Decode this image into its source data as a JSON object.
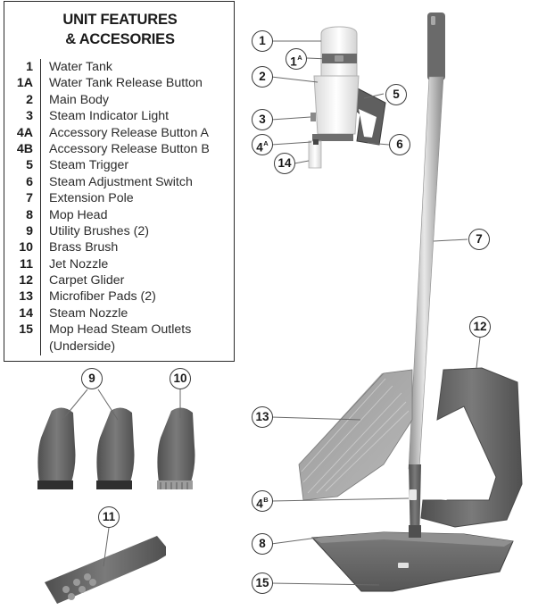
{
  "features": {
    "title_line1": "UNIT FEATURES",
    "title_line2": "& ACCESORIES",
    "items": [
      {
        "num": "1",
        "label": "Water Tank"
      },
      {
        "num": "1A",
        "label": "Water Tank Release Button"
      },
      {
        "num": "2",
        "label": "Main Body"
      },
      {
        "num": "3",
        "label": "Steam Indicator Light"
      },
      {
        "num": "4A",
        "label": "Accessory Release Button A"
      },
      {
        "num": "4B",
        "label": "Accessory Release Button B"
      },
      {
        "num": "5",
        "label": "Steam Trigger"
      },
      {
        "num": "6",
        "label": "Steam Adjustment Switch"
      },
      {
        "num": "7",
        "label": "Extension Pole"
      },
      {
        "num": "8",
        "label": "Mop Head"
      },
      {
        "num": "9",
        "label": "Utility Brushes (2)"
      },
      {
        "num": "10",
        "label": "Brass Brush"
      },
      {
        "num": "11",
        "label": "Jet Nozzle"
      },
      {
        "num": "12",
        "label": "Carpet Glider"
      },
      {
        "num": "13",
        "label": "Microfiber Pads (2)"
      },
      {
        "num": "14",
        "label": "Steam Nozzle"
      },
      {
        "num": "15",
        "label": "Mop Head Steam Outlets (Underside)"
      }
    ]
  },
  "callouts": {
    "c1": "1",
    "c1a_base": "1",
    "c1a_sup": "A",
    "c2": "2",
    "c3": "3",
    "c4a_base": "4",
    "c4a_sup": "A",
    "c4b_base": "4",
    "c4b_sup": "B",
    "c5": "5",
    "c6": "6",
    "c7": "7",
    "c8": "8",
    "c9": "9",
    "c10": "10",
    "c11": "11",
    "c12": "12",
    "c13": "13",
    "c14": "14",
    "c15": "15"
  },
  "colors": {
    "part_dark": "#5d5d5d",
    "part_mid": "#8a8a8a",
    "part_light": "#cfcfcf",
    "pole_silver": "#bdbdbd",
    "body_white": "#f2f2f2",
    "outline": "#2a2a2a"
  }
}
